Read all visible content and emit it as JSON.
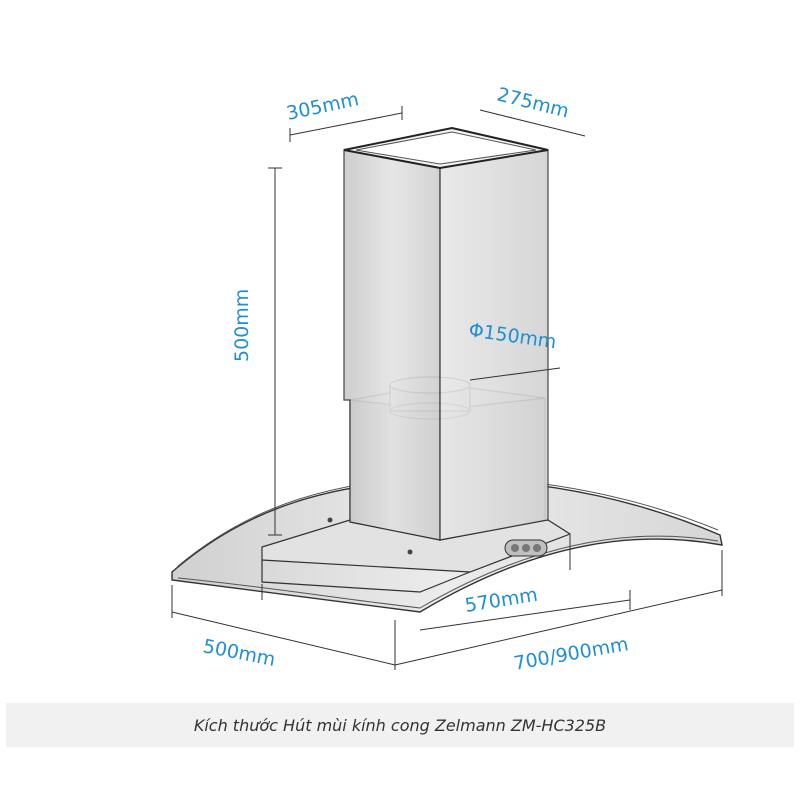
{
  "dimensions": {
    "chimney_depth": "305mm",
    "chimney_width": "275mm",
    "chimney_height": "500mm",
    "duct_diameter": "Φ150mm",
    "hood_inner_width": "570mm",
    "hood_depth": "500mm",
    "hood_width": "700/900mm"
  },
  "caption": "Kích thước Hút mùi kính cong Zelmann ZM-HC325B",
  "colors": {
    "dimension_text": "#1f8fd0",
    "line": "#333333",
    "caption_bg": "#f1f1f1"
  }
}
